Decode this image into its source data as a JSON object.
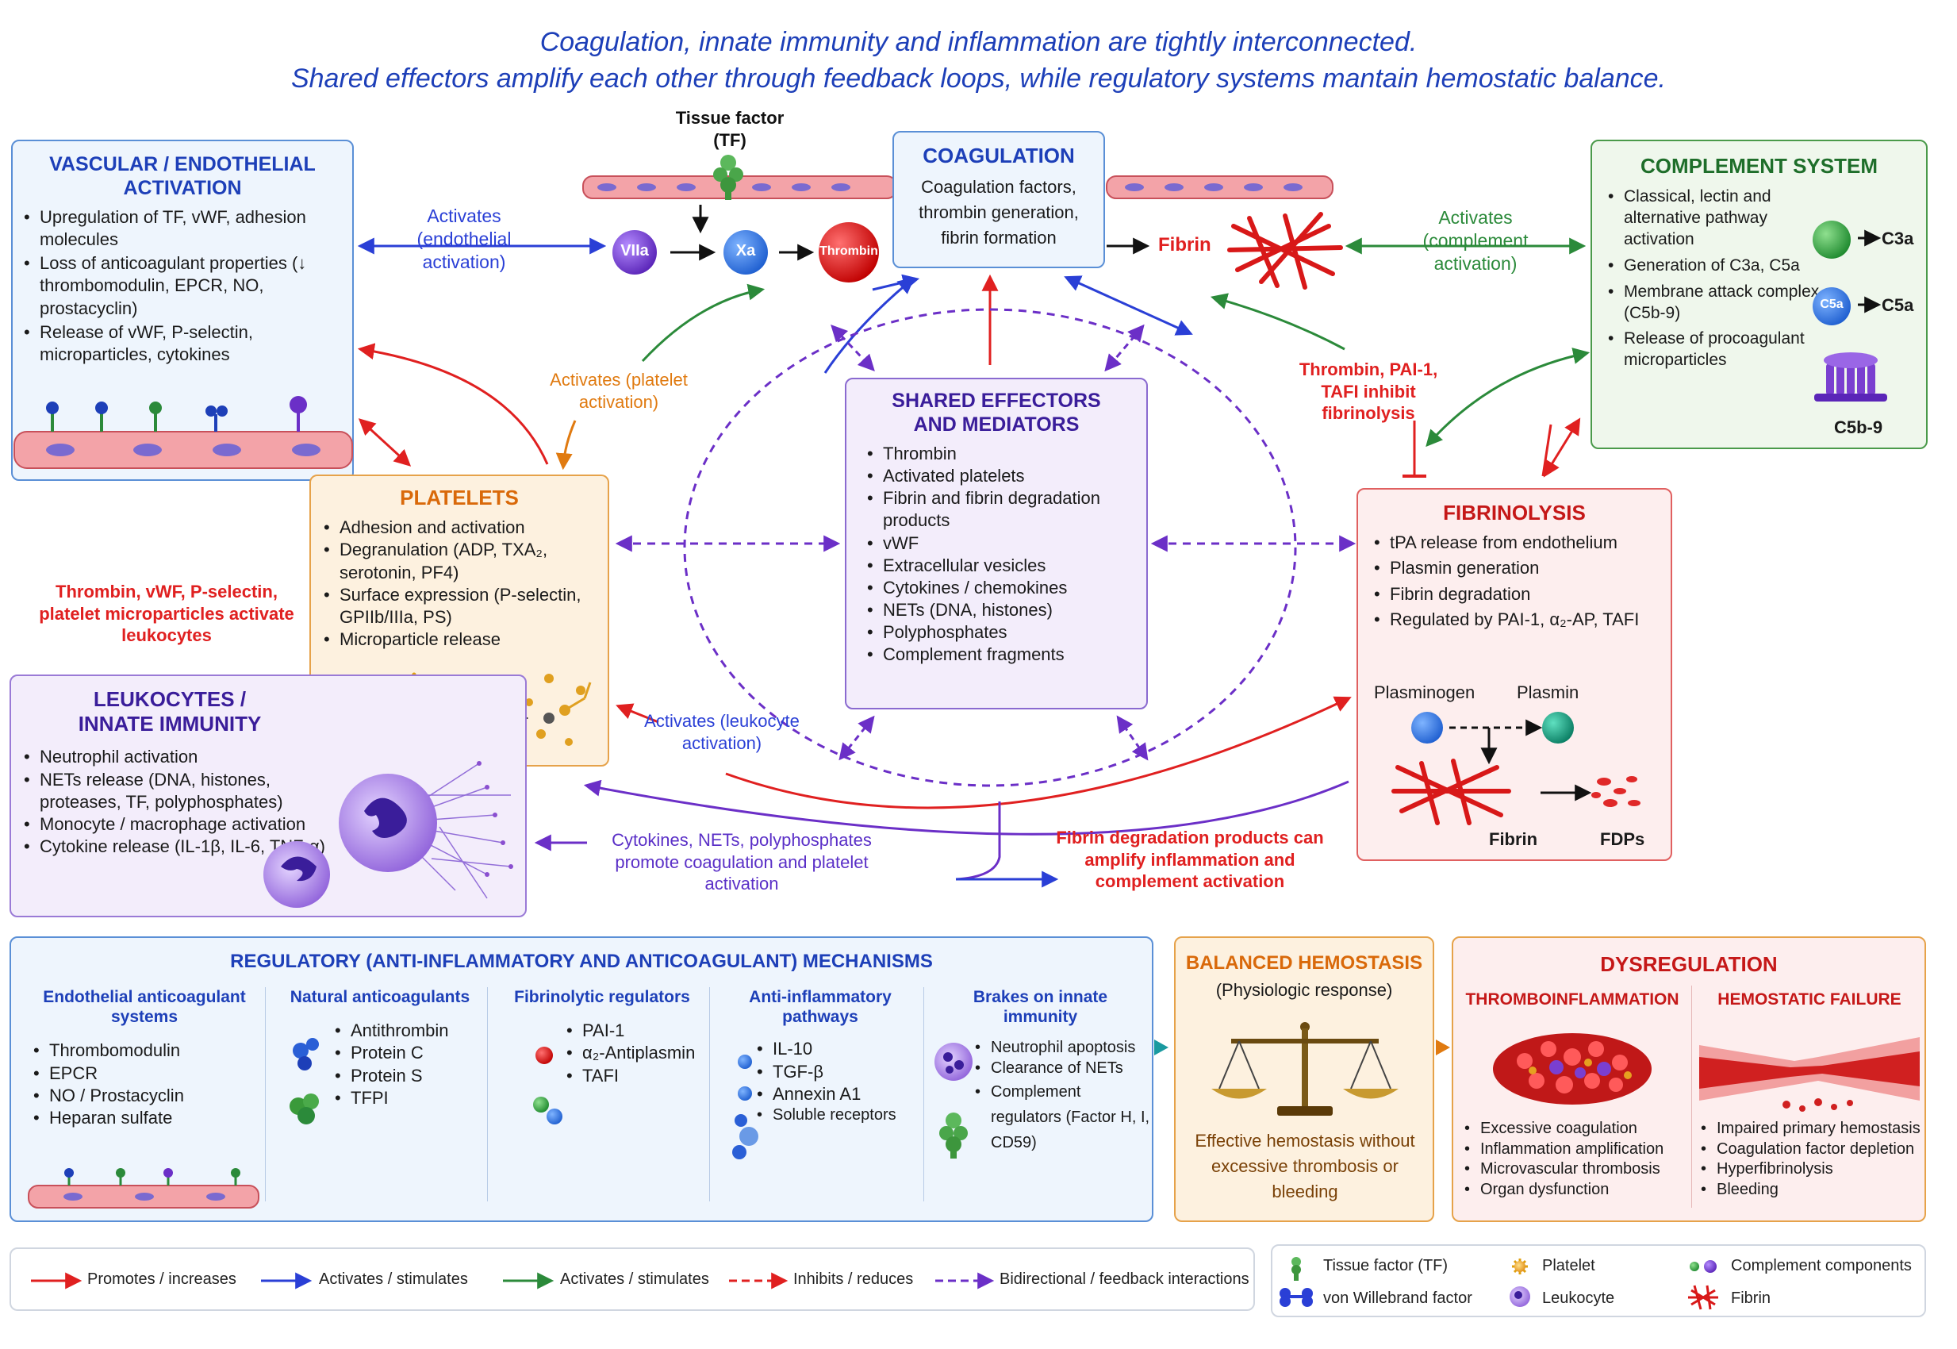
{
  "header": {
    "line1": "Coagulation, innate immunity and inflammation are tightly interconnected.",
    "line2": "Shared effectors amplify each other through feedback loops, while regulatory systems mantain hemostatic balance."
  },
  "vascular": {
    "title_1": "VASCULAR / ENDOTHELIAL",
    "title_2": "ACTIVATION",
    "items": [
      "Upregulation of TF, vWF, adhesion molecules",
      "Loss of anticoagulant properties (↓ thrombomodulin, EPCR, NO, prostacyclin)",
      "Release of vWF, P-selectin, microparticles, cytokines"
    ]
  },
  "coagulation": {
    "title": "COAGULATION",
    "body": "Coagulation factors, thrombin generation, fibrin formation"
  },
  "cascade": {
    "tf_label_1": "Tissue factor",
    "tf_label_2": "(TF)",
    "viia": "VIIa",
    "xa": "Xa",
    "thrombin": "Thrombin",
    "fibrin": "Fibrin"
  },
  "complement": {
    "title": "COMPLEMENT SYSTEM",
    "items": [
      "Classical, lectin and alternative pathway activation",
      "Generation of C3a, C5a",
      "Membrane attack complex (C5b-9)",
      "Release of procoagulant microparticles"
    ],
    "c3a": "C3a",
    "c5a_ball": "C5a",
    "c5a": "C5a",
    "c5b9": "C5b-9"
  },
  "shared": {
    "title_1": "SHARED EFFECTORS",
    "title_2": "AND MEDIATORS",
    "items": [
      "Thrombin",
      "Activated platelets",
      "Fibrin and fibrin degradation products",
      "vWF",
      "Extracellular vesicles",
      "Cytokines / chemokines",
      "NETs (DNA, histones)",
      "Polyphosphates",
      "Complement fragments"
    ]
  },
  "platelets": {
    "title": "PLATELETS",
    "items": [
      "Adhesion and activation",
      "Degranulation (ADP, TXA₂, serotonin, PF4)",
      "Surface expression (P-selectin, GPIIb/IIIa, PS)",
      "Microparticle release"
    ]
  },
  "fibrinolysis": {
    "title": "FIBRINOLYSIS",
    "items": [
      "tPA release from endothelium",
      "Plasmin generation",
      "Fibrin degradation",
      "Regulated by PAI-1, α₂-AP, TAFI"
    ],
    "plasminogen": "Plasminogen",
    "plasmin": "Plasmin",
    "fibrin": "Fibrin",
    "fdps": "FDPs"
  },
  "leukocytes": {
    "title_1": "LEUKOCYTES /",
    "title_2": "INNATE IMMUNITY",
    "items": [
      "Neutrophil activation",
      "NETs release (DNA, histones, proteases, TF, polyphosphates)",
      "Monocyte / macrophage activation",
      "Cytokine release (IL-1β, IL-6, TNF-α)"
    ]
  },
  "arrow_labels": {
    "activates_endothelial": "Activates (endothelial activation)",
    "activates_platelet": "Activates (platelet activation)",
    "activates_complement": "Activates (complement activation)",
    "thrombin_pai": "Thrombin, PAI-1, TAFI inhibit fibrinolysis",
    "thrombin_vwf": "Thrombin, vWF, P-selectin, platelet microparticles activate leukocytes",
    "activates_leukocyte": "Activates (leukocyte activation)",
    "cytokines_nets": "Cytokines, NETs, polyphosphates promote coagulation and platelet activation",
    "fdp_amplify": "Fibrin degradation products can amplify inflammation and complement activation"
  },
  "regulatory": {
    "title": "REGULATORY (ANTI-INFLAMMATORY AND ANTICOAGULANT) MECHANISMS",
    "columns": [
      {
        "title": "Endothelial anticoagulant systems",
        "items": [
          "Thrombomodulin",
          "EPCR",
          "NO / Prostacyclin",
          "Heparan sulfate"
        ]
      },
      {
        "title": "Natural anticoagulants",
        "items": [
          "Antithrombin",
          "Protein C",
          "Protein S",
          "TFPI"
        ]
      },
      {
        "title": "Fibrinolytic regulators",
        "items": [
          "PAI-1",
          "α₂-Antiplasmin",
          "TAFI"
        ]
      },
      {
        "title": "Anti-inflammatory pathways",
        "items": [
          "IL-10",
          "TGF-β",
          "Annexin A1",
          "Soluble receptors"
        ]
      },
      {
        "title": "Brakes on innate immunity",
        "items": [
          "Neutrophil apoptosis",
          "Clearance of NETs",
          "Complement regulators (Factor H, I, CD59)"
        ]
      }
    ]
  },
  "balanced": {
    "title": "BALANCED HEMOSTASIS",
    "subtitle": "(Physiologic response)",
    "body": "Effective hemostasis without excessive thrombosis or bleeding"
  },
  "dysregulation": {
    "title": "DYSREGULATION",
    "thrombo": {
      "title": "THROMBOINFLAMMATION",
      "items": [
        "Excessive coagulation",
        "Inflammation amplification",
        "Microvascular thrombosis",
        "Organ dysfunction"
      ]
    },
    "failure": {
      "title": "HEMOSTATIC FAILURE",
      "items": [
        "Impaired primary hemostasis",
        "Coagulation factor depletion",
        "Hyperfibrinolysis",
        "Bleeding"
      ]
    }
  },
  "legend": {
    "arrows": [
      "Promotes / increases",
      "Activates / stimulates",
      "Activates / stimulates",
      "Inhibits / reduces",
      "Bidirectional / feedback interactions"
    ],
    "symbols": [
      "Tissue factor (TF)",
      "Platelet",
      "Complement components",
      "von Willebrand factor",
      "Leukocyte",
      "Fibrin"
    ]
  },
  "colors": {
    "title_blue": "#1d3fb8",
    "red": "#e02020",
    "blue_arrow": "#2a3fd6",
    "green": "#2b8a3a",
    "orange": "#e07a10",
    "purple": "#6b2fc7"
  }
}
